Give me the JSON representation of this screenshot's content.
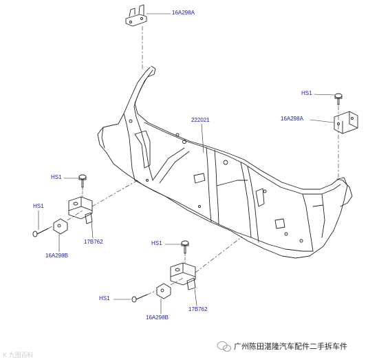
{
  "labels": {
    "top_bracket": "16A298A",
    "radiator_support": "222021",
    "right_bolt": "HS1",
    "right_bracket": "16A298A",
    "left_bolt_top": "HS1",
    "left_bolt_side": "HS1",
    "left_bracket": "16A298B",
    "left_mount": "17B762",
    "center_bolt_top": "HS1",
    "center_bolt_side": "HS1",
    "center_bracket": "16A298B",
    "center_mount": "17B762"
  },
  "watermark": {
    "right_text": "广州陈田湛隆汽车配件二手拆车件",
    "left_text": "K 九图百科"
  },
  "colors": {
    "label": "#1a1a9a",
    "line": "#222222"
  }
}
